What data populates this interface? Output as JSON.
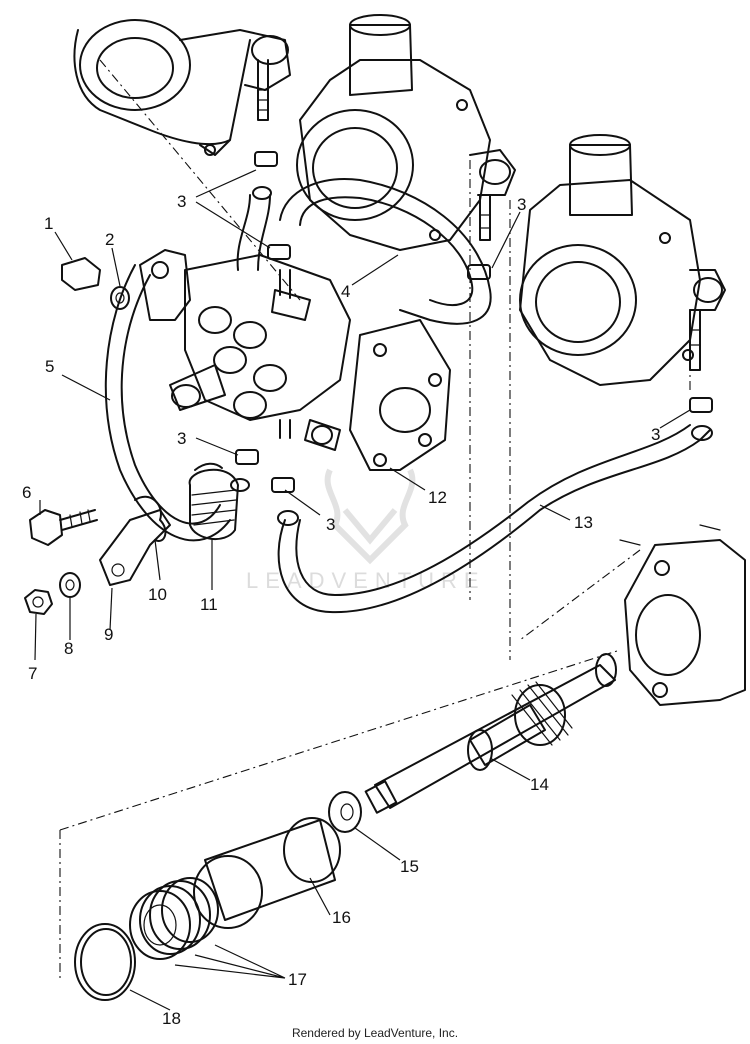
{
  "callouts": [
    {
      "id": "p1",
      "label": "1"
    },
    {
      "id": "p2",
      "label": "2"
    },
    {
      "id": "p3a",
      "label": "3"
    },
    {
      "id": "p3b",
      "label": "3"
    },
    {
      "id": "p3c",
      "label": "3"
    },
    {
      "id": "p3d",
      "label": "3"
    },
    {
      "id": "p3e",
      "label": "3"
    },
    {
      "id": "p4",
      "label": "4"
    },
    {
      "id": "p5",
      "label": "5"
    },
    {
      "id": "p6",
      "label": "6"
    },
    {
      "id": "p7",
      "label": "7"
    },
    {
      "id": "p8",
      "label": "8"
    },
    {
      "id": "p9",
      "label": "9"
    },
    {
      "id": "p10",
      "label": "10"
    },
    {
      "id": "p11",
      "label": "11"
    },
    {
      "id": "p12",
      "label": "12"
    },
    {
      "id": "p13",
      "label": "13"
    },
    {
      "id": "p14",
      "label": "14"
    },
    {
      "id": "p15",
      "label": "15"
    },
    {
      "id": "p16",
      "label": "16"
    },
    {
      "id": "p17",
      "label": "17"
    },
    {
      "id": "p18",
      "label": "18"
    }
  ],
  "watermark": "LEADVENTURE",
  "footer": "Rendered by LeadVenture, Inc.",
  "colors": {
    "line": "#111111",
    "watermark": "#dcdcdc",
    "background": "#ffffff"
  }
}
